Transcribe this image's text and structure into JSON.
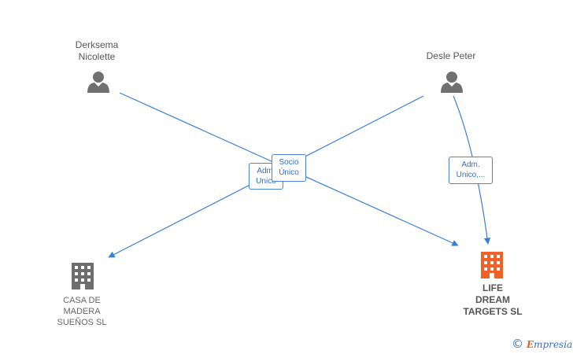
{
  "people": [
    {
      "id": "derksema",
      "label": "Derksema\nNicolette"
    },
    {
      "id": "desle",
      "label": "Desle Peter"
    }
  ],
  "companies": [
    {
      "id": "casa",
      "label": "CASA DE\nMADERA\nSUEÑOS  SL",
      "highlight": false
    },
    {
      "id": "life",
      "label": "LIFE\nDREAM\nTARGETS  SL",
      "highlight": true
    }
  ],
  "relations": [
    {
      "id": "rel1",
      "label": "Adm.\nUnico"
    },
    {
      "id": "rel2",
      "label": "Socio\nÚnico"
    },
    {
      "id": "rel3",
      "label": "Adm.\nUnico,..."
    }
  ],
  "colors": {
    "edge": "#3a7fd6",
    "person_icon": "#707070",
    "company_icon": "#6e6e6e",
    "company_highlight": "#f0612a"
  },
  "brand": {
    "copyright": "©",
    "first_letter": "E",
    "rest": "mpresia"
  }
}
